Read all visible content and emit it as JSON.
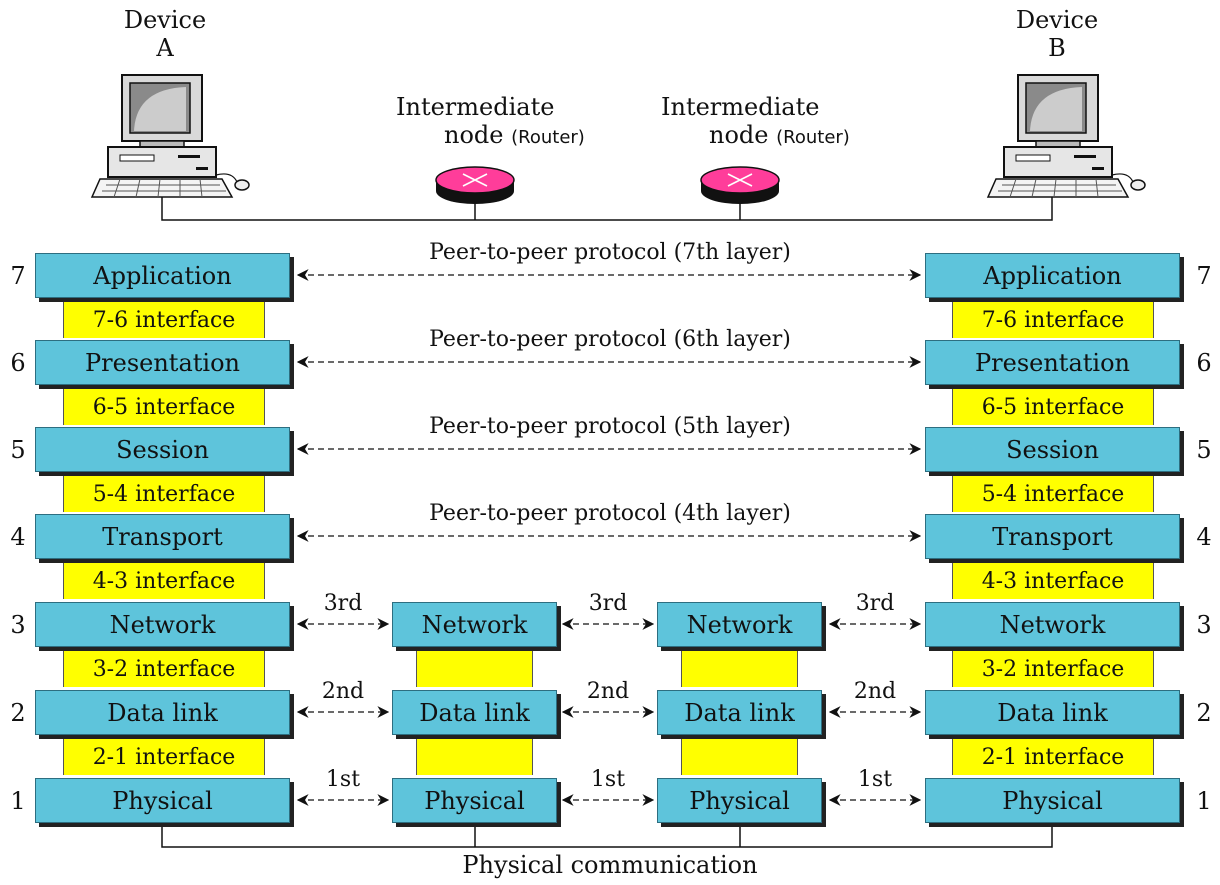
{
  "devices": {
    "a": {
      "line1": "Device",
      "line2": "A"
    },
    "b": {
      "line1": "Device",
      "line2": "B"
    }
  },
  "routers": [
    {
      "line1": "Intermediate",
      "line2": "node",
      "tag": "(Router)"
    },
    {
      "line1": "Intermediate",
      "line2": "node",
      "tag": "(Router)"
    }
  ],
  "layers": [
    {
      "num": "7",
      "name": "Application",
      "peer": "Peer-to-peer protocol (7th layer)"
    },
    {
      "num": "6",
      "name": "Presentation",
      "peer": "Peer-to-peer protocol (6th layer)"
    },
    {
      "num": "5",
      "name": "Session",
      "peer": "Peer-to-peer protocol (5th layer)"
    },
    {
      "num": "4",
      "name": "Transport",
      "peer": "Peer-to-peer protocol (4th layer)"
    },
    {
      "num": "3",
      "name": "Network",
      "hop": "3rd"
    },
    {
      "num": "2",
      "name": "Data link",
      "hop": "2nd"
    },
    {
      "num": "1",
      "name": "Physical",
      "hop": "1st"
    }
  ],
  "interfaces": [
    "7-6 interface",
    "6-5 interface",
    "5-4 interface",
    "4-3 interface",
    "3-2 interface",
    "2-1 interface"
  ],
  "bottom_label": "Physical communication",
  "colors": {
    "layer_box": "#5ec4db",
    "interface": "#ffff00",
    "router": "#ff3d9a"
  }
}
